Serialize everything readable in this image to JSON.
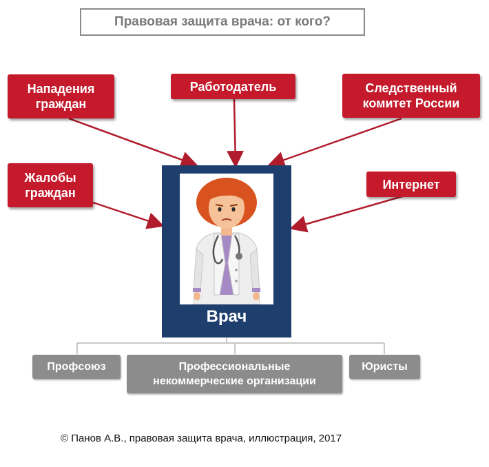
{
  "title": "Правовая защита врача: от кого?",
  "threats": {
    "attacks": "Нападения\nграждан",
    "employer": "Работодатель",
    "committee": "Следственный\nкомитет России",
    "complaints": "Жалобы\nграждан",
    "internet": "Интернет"
  },
  "center": {
    "label": "Врач"
  },
  "protectors": {
    "union": "Профсоюз",
    "ngo": "Профессиональные\nнекоммерческие организации",
    "lawyers": "Юристы"
  },
  "footer": "©  Панов А.В., правовая защита врача, иллюстрация, 2017",
  "colors": {
    "threat": "#c41a2b",
    "protector": "#8c8c8c",
    "frame": "#1e3f6e",
    "arrow": "#b01c2c"
  }
}
